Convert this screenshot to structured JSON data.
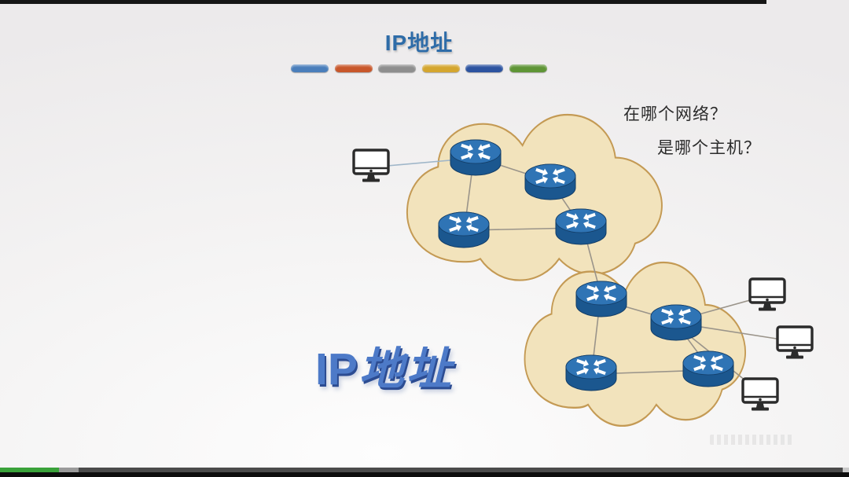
{
  "slide": {
    "header": {
      "title": "IP地址",
      "title_color": "#2E6CA8",
      "divider_colors": [
        "#4A7EBB",
        "#C8572B",
        "#8E8E8E",
        "#D4A62F",
        "#2C53A0",
        "#5F9536"
      ]
    },
    "annotations": {
      "question_network": "在哪个网络？",
      "question_host": "是哪个主机？"
    },
    "big_label": {
      "latin": "IP",
      "chinese": "地址",
      "color": "#4D7AC8",
      "shadow_color": "#2C4C92"
    }
  },
  "diagram": {
    "cloud_fill": "#F2E3BC",
    "cloud_stroke": "#C49A54",
    "router_body_color": "#1B578F",
    "router_top_color": "#2F74B5",
    "link_color": "#9A948A",
    "pc_link_color": "#9FB6C9",
    "clouds": [
      {
        "name": "top-network-cloud",
        "router_count": 4
      },
      {
        "name": "bottom-network-cloud",
        "router_count": 4
      }
    ],
    "computer_count": 4,
    "link_count": 13
  },
  "player": {
    "played_color": "#3AA23A",
    "buffered_color": "#9A9A9A",
    "remaining_color": "#4B4B4B",
    "played_percent": 6.9,
    "buffered_percent": 9.3
  }
}
